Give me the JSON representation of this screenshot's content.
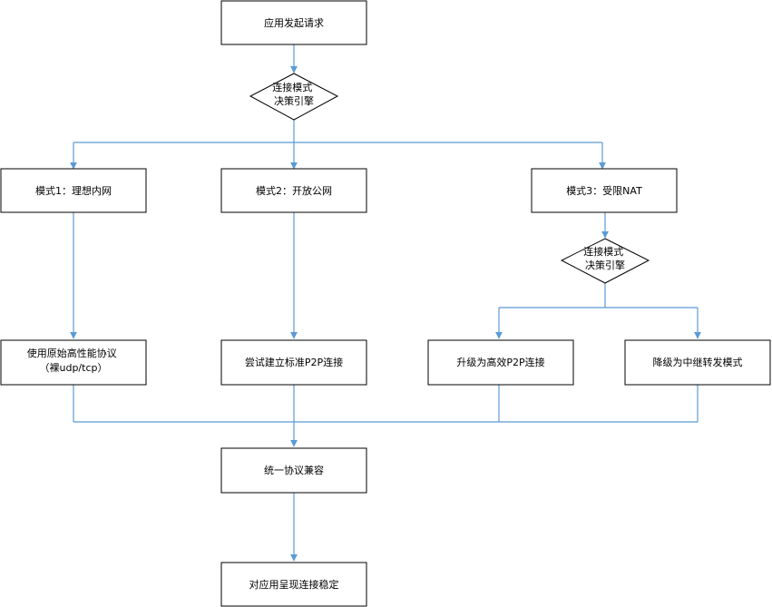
{
  "colors": {
    "connector": "#5b9bd5",
    "node_border": "#000000",
    "node_fill": "#ffffff",
    "text": "#000000"
  },
  "nodes": {
    "start": {
      "lines": [
        "应用发起请求"
      ]
    },
    "decision1": {
      "lines": [
        "连接模式",
        "决策引擎"
      ]
    },
    "mode1": {
      "lines": [
        "模式1：理想内网"
      ]
    },
    "mode2": {
      "lines": [
        "模式2：开放公网"
      ]
    },
    "mode3": {
      "lines": [
        "模式3：受限NAT"
      ]
    },
    "decision2": {
      "lines": [
        "连接模式",
        "决策引擎"
      ]
    },
    "native": {
      "lines": [
        "使用原始高性能协议",
        "（裸udp/tcp）"
      ]
    },
    "p2p_standard": {
      "lines": [
        "尝试建立标准P2P连接"
      ]
    },
    "p2p_upgrade": {
      "lines": [
        "升级为高效P2P连接"
      ]
    },
    "relay": {
      "lines": [
        "降级为中继转发模式"
      ]
    },
    "unified": {
      "lines": [
        "统一协议兼容"
      ]
    },
    "stable": {
      "lines": [
        "对应用呈现连接稳定"
      ]
    }
  }
}
